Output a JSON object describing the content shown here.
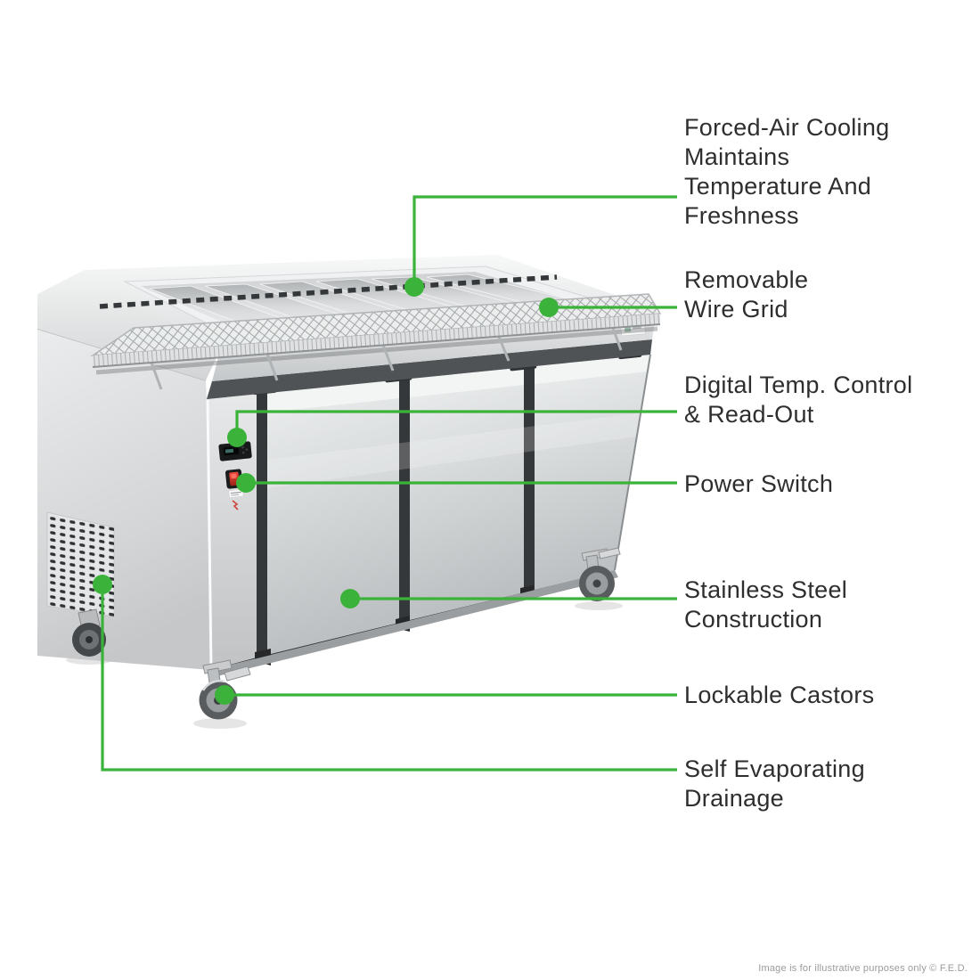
{
  "colors": {
    "accent_green": "#3bb33b",
    "label_text": "#2e2e2e",
    "fineprint_text": "#9b9b9b"
  },
  "annotations": [
    {
      "id": "forced-air-cooling",
      "lines": [
        "Forced-Air Cooling",
        "Maintains",
        "Temperature And",
        "Freshness"
      ]
    },
    {
      "id": "removable-wire-grid",
      "lines": [
        "Removable",
        "Wire Grid"
      ]
    },
    {
      "id": "digital-temp-control",
      "lines": [
        "Digital Temp. Control",
        "& Read-Out"
      ]
    },
    {
      "id": "power-switch",
      "lines": [
        "Power Switch"
      ]
    },
    {
      "id": "stainless-steel",
      "lines": [
        "Stainless Steel",
        "Construction"
      ]
    },
    {
      "id": "lockable-castors",
      "lines": [
        "Lockable Castors"
      ]
    },
    {
      "id": "self-evaporating-drainage",
      "lines": [
        "Self Evaporating",
        "Drainage"
      ]
    }
  ],
  "fineprint": "Image is for illustrative purposes only  © F.E.D."
}
